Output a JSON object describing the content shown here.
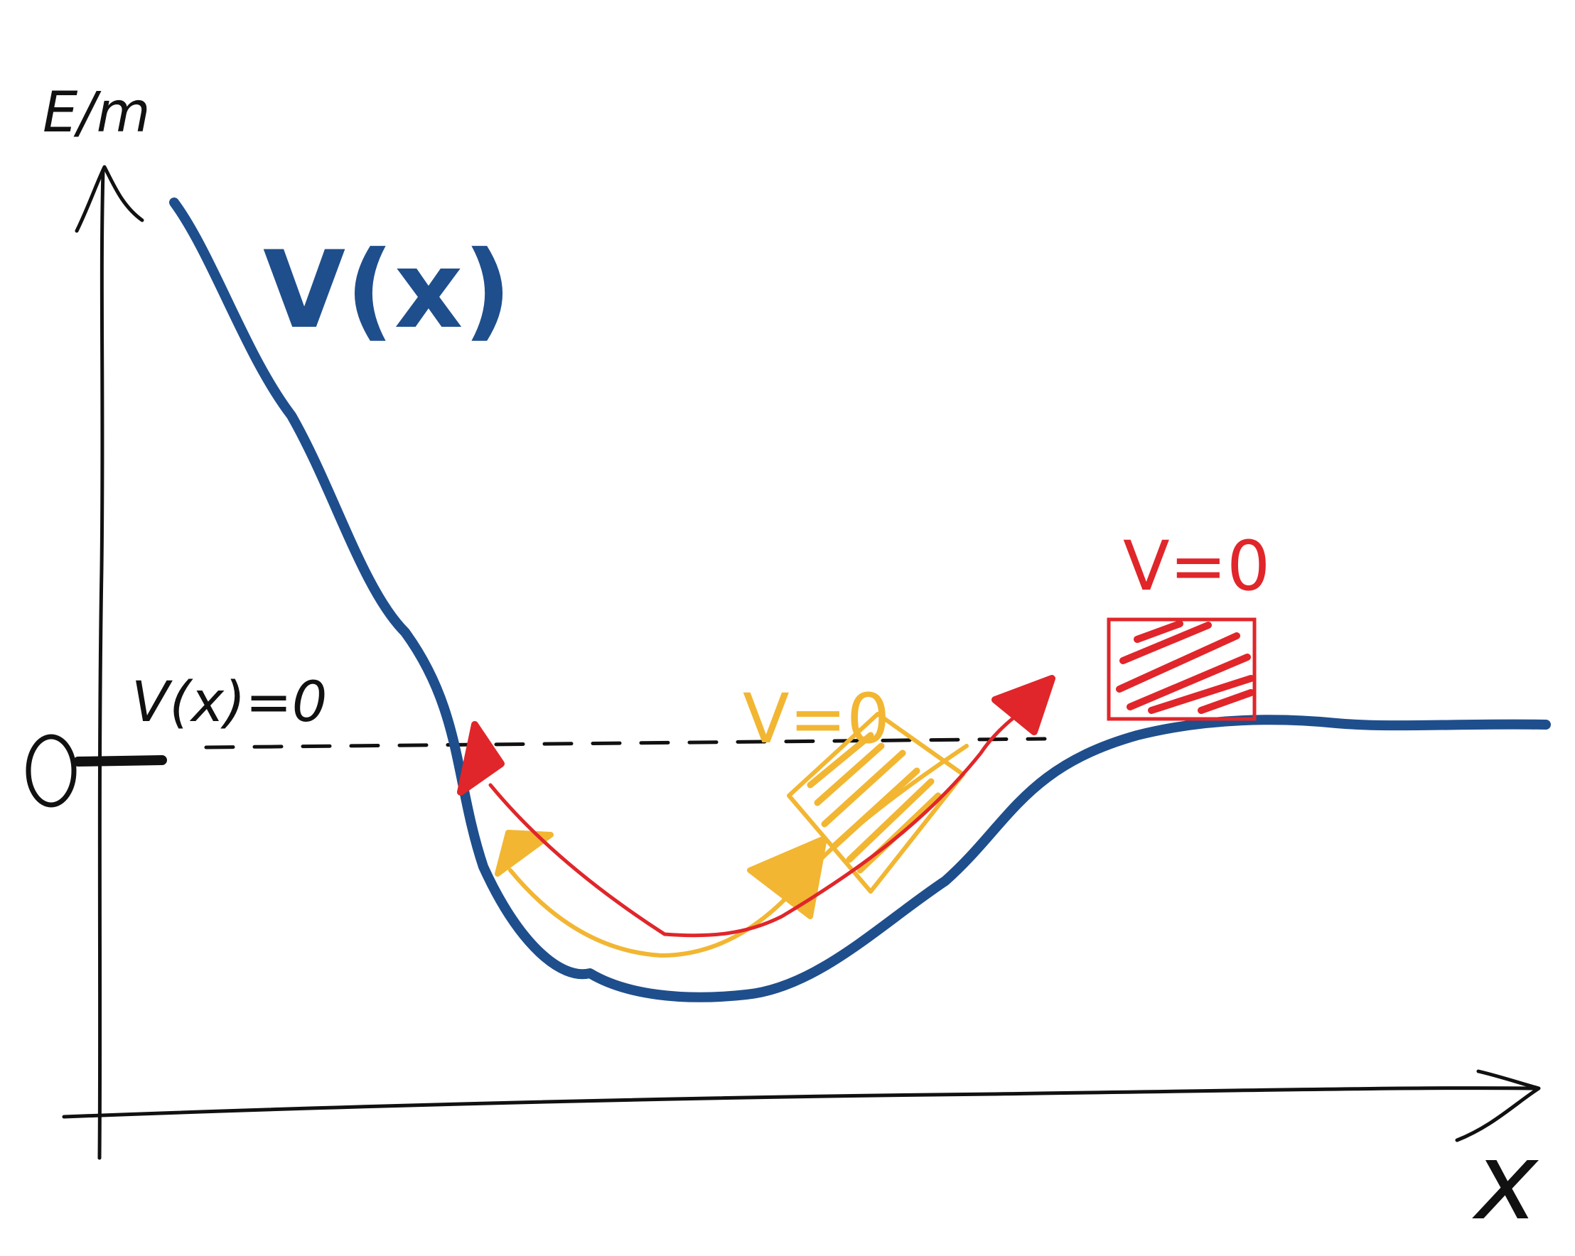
{
  "axes": {
    "y_label": "E/m",
    "x_label": "x",
    "zero_tick": "0"
  },
  "labels": {
    "potential": "V(x)",
    "reference": "V(x)=0",
    "box_yellow": "V=0",
    "box_red": "V=0"
  },
  "colors": {
    "potential_curve": "#1f4e8c",
    "axes": "#111111",
    "reference_line": "#111111",
    "red_path": "#e0262a",
    "yellow_path": "#f2b632"
  },
  "icons": {
    "y_arrow": "arrow-up-icon",
    "x_arrow": "arrow-right-icon",
    "red_arrow_left": "arrow-head-icon",
    "red_arrow_right": "arrow-head-icon",
    "yellow_arrow_left": "arrow-head-icon",
    "yellow_arrow_mid": "arrow-head-icon"
  }
}
